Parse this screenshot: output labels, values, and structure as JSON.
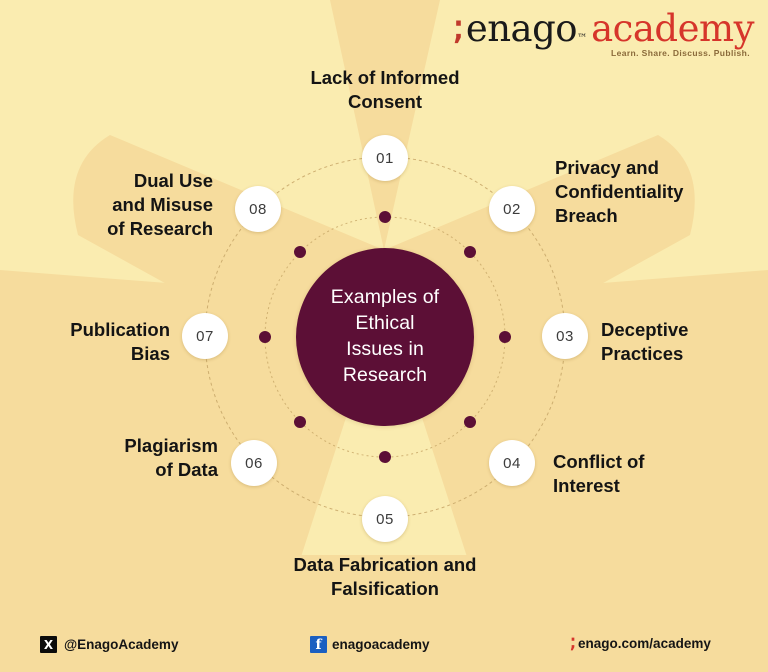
{
  "brand": {
    "mark": "؛",
    "name_dark": "enago",
    "trademark": "™",
    "name_red": "academy",
    "tagline": "Learn. Share. Discuss. Publish.",
    "color_red": "#d6352b",
    "color_dark": "#1a1a1a"
  },
  "center": {
    "title": "Examples of\nEthical\nIssues in\nResearch",
    "fill_color": "#5c0f36",
    "text_color": "#ffffff"
  },
  "theme": {
    "background": "#faecb0",
    "petal": "#f6dc9d",
    "accent_maroon": "#5c0f36",
    "badge_bg": "#ffffff",
    "label_color": "#141414"
  },
  "nodes": [
    {
      "number": "01",
      "label": "Lack of Informed\nConsent",
      "align": "center"
    },
    {
      "number": "02",
      "label": "Privacy and\nConfidentiality\nBreach",
      "align": "left"
    },
    {
      "number": "03",
      "label": "Deceptive\nPractices",
      "align": "left"
    },
    {
      "number": "04",
      "label": "Conflict of\nInterest",
      "align": "left"
    },
    {
      "number": "05",
      "label": "Data Fabrication and\nFalsification",
      "align": "center"
    },
    {
      "number": "06",
      "label": "Plagiarism\nof Data",
      "align": "right"
    },
    {
      "number": "07",
      "label": "Publication\nBias",
      "align": "right"
    },
    {
      "number": "08",
      "label": "Dual Use\nand Misuse\nof Research",
      "align": "right"
    }
  ],
  "footer": {
    "twitter_handle": "@EnagoAcademy",
    "twitter_icon": "X",
    "facebook_handle": "enagoacademy",
    "facebook_icon": "f",
    "website": "enago.com/academy",
    "website_icon": "؛"
  }
}
